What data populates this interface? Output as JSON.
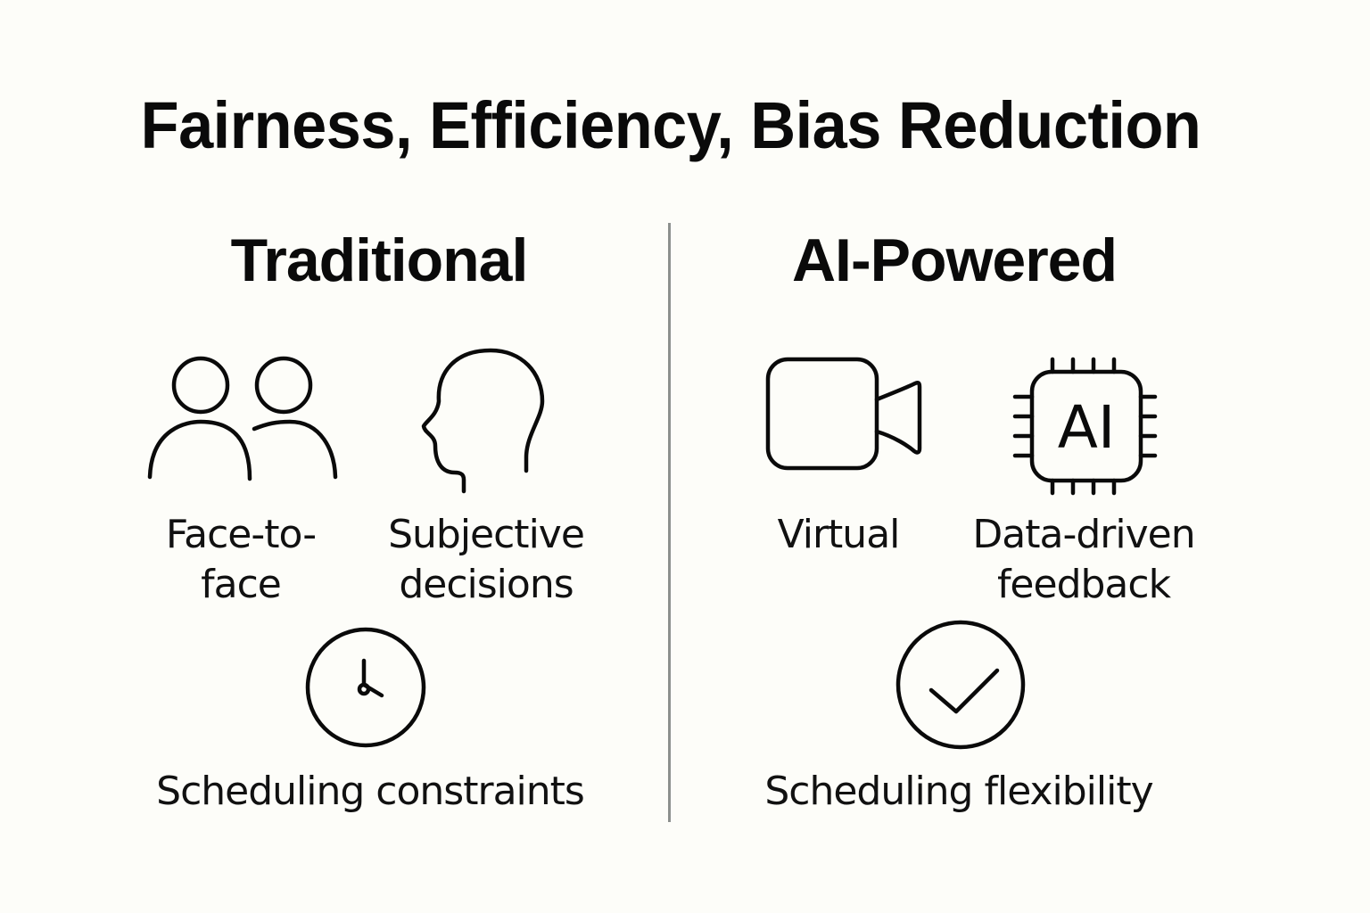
{
  "title": "Fairness, Efficiency, Bias Reduction",
  "columns": [
    {
      "heading": "Traditional",
      "items": [
        {
          "icon": "two-people-icon",
          "label_line1": "Face-to-",
          "label_line2": "face"
        },
        {
          "icon": "head-profile-icon",
          "label_line1": "Subjective",
          "label_line2": "decisions"
        },
        {
          "icon": "clock-icon",
          "label_line1": "Scheduling constraints"
        }
      ]
    },
    {
      "heading": "AI-Powered",
      "items": [
        {
          "icon": "video-camera-icon",
          "label_line1": "Virtual"
        },
        {
          "icon": "ai-chip-icon",
          "chip_text": "AI",
          "label_line1": "Data-driven",
          "label_line2": "feedback"
        },
        {
          "icon": "check-circle-icon",
          "label_line1": "Scheduling flexibility"
        }
      ]
    }
  ],
  "colors": {
    "background": "#fdfdf9",
    "ink": "#0a0a0a",
    "divider": "#8c908e"
  }
}
